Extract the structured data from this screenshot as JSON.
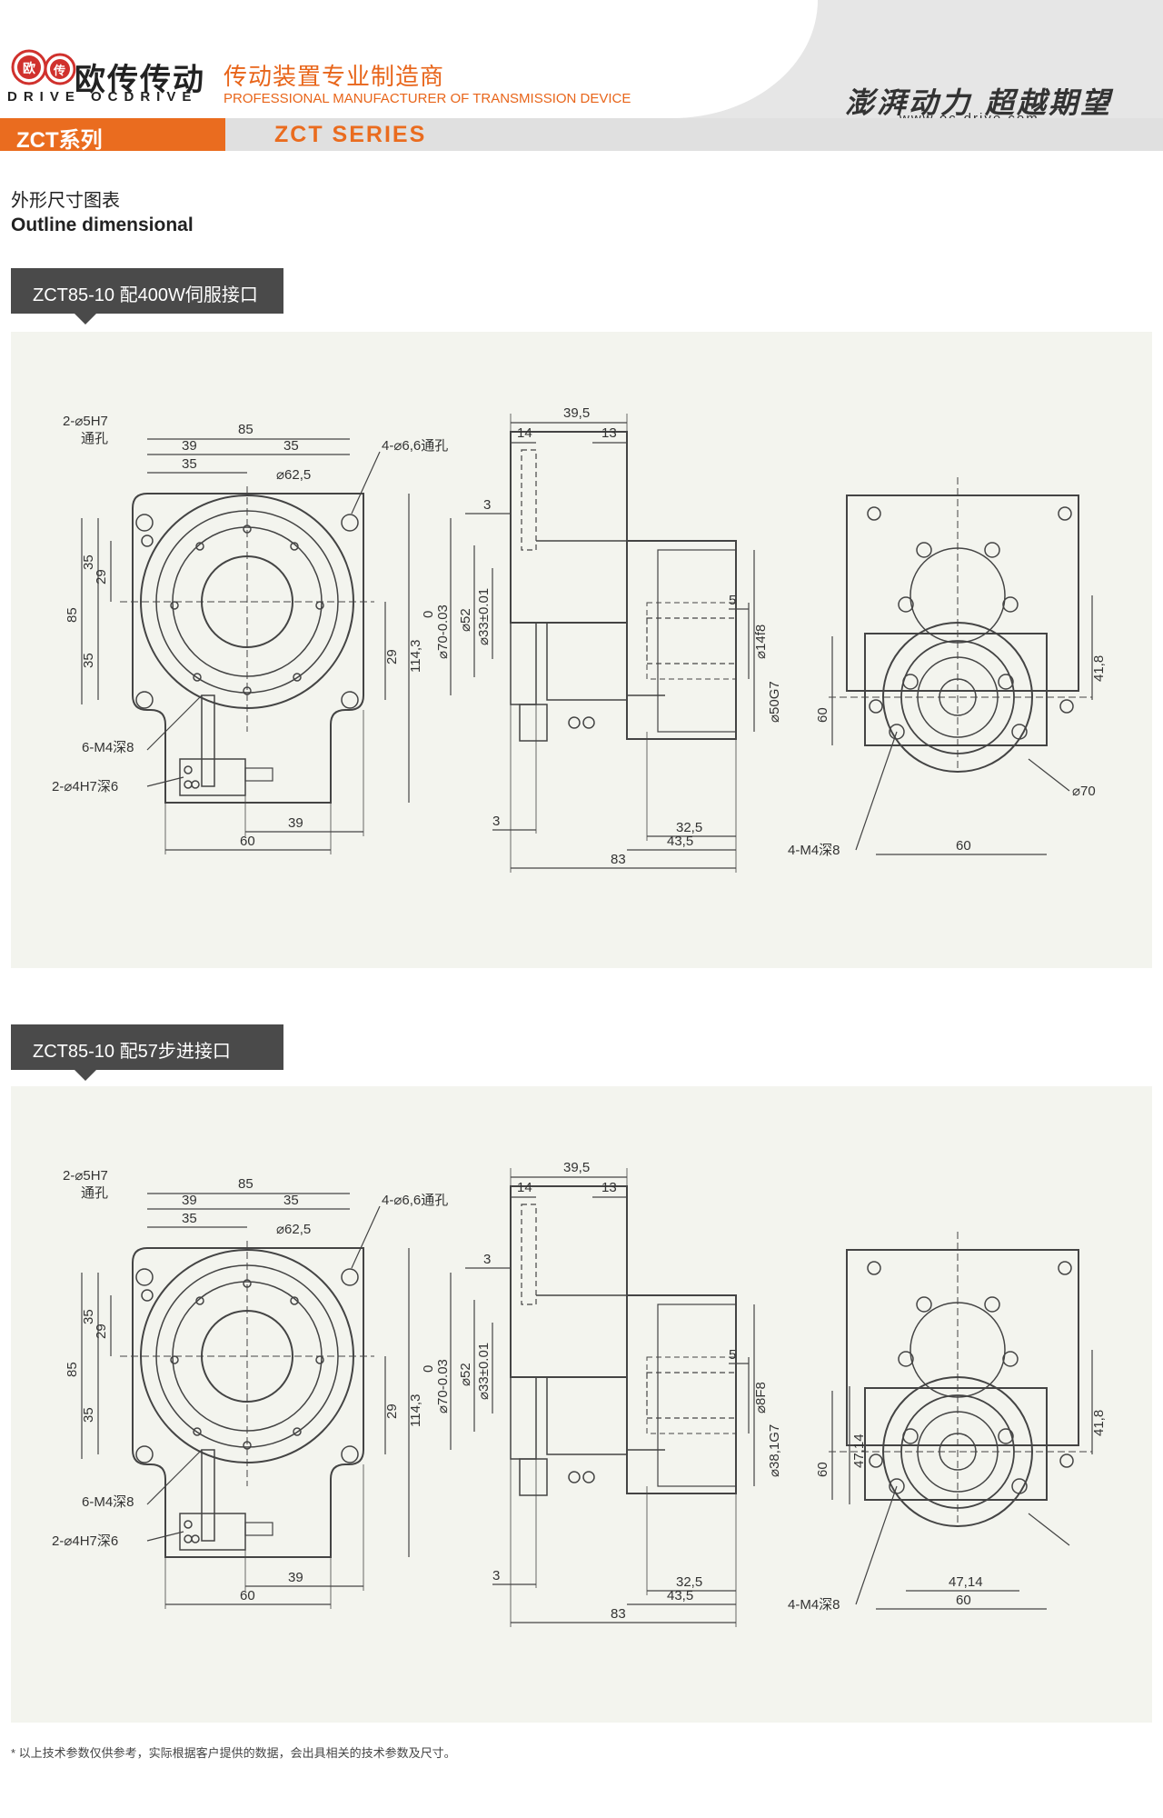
{
  "header": {
    "brand_cn": "欧传传动",
    "brand_en": "DRIVE OCDRIVE",
    "tagline_cn": "传动装置专业制造商",
    "tagline_en": "PROFESSIONAL MANUFACTURER OF TRANSMISSION DEVICE",
    "slogan": "澎湃动力 超越期望",
    "url": "www.oc-drive.com",
    "logo_marks": [
      "欧",
      "传"
    ]
  },
  "series": {
    "cn": "ZCT系列",
    "en": "ZCT SERIES"
  },
  "section_title": {
    "cn": "外形尺寸图表",
    "en": "Outline dimensional"
  },
  "drawings": [
    {
      "label": "ZCT85-10 配400W伺服接口",
      "front": {
        "hole_note": "2-⌀5H7",
        "hole_note2": "通孔",
        "width": "85",
        "d39": "39",
        "d35a": "35",
        "d35b": "35",
        "circle": "⌀62,5",
        "mount": "4-⌀6,6通孔",
        "h35a": "35",
        "h29": "29",
        "h85": "85",
        "h35b": "35",
        "r29": "29",
        "r114": "114,3",
        "thread": "6-M4深8",
        "pin": "2-⌀4H7深6",
        "b39": "39",
        "b60": "60"
      },
      "side": {
        "w39": "39,5",
        "w14": "14",
        "w13": "13",
        "d3top": "3",
        "od": "⌀70-0.03",
        "od0": "0",
        "d52": "⌀52",
        "d33": "⌀33±0.01",
        "d5": "5",
        "shaft": "⌀14f8",
        "pilot": "⌀50G7",
        "d3bot": "3",
        "l32": "32,5",
        "l43": "43,5",
        "l83": "83"
      },
      "rear": {
        "h41": "41,8",
        "h60": "60",
        "pcd": "⌀70",
        "thread": "4-M4深8",
        "w60": "60"
      }
    },
    {
      "label": "ZCT85-10 配57步进接口",
      "front": {
        "hole_note": "2-⌀5H7",
        "hole_note2": "通孔",
        "width": "85",
        "d39": "39",
        "d35a": "35",
        "d35b": "35",
        "circle": "⌀62,5",
        "mount": "4-⌀6,6通孔",
        "h35a": "35",
        "h29": "29",
        "h85": "85",
        "h35b": "35",
        "r29": "29",
        "r114": "114,3",
        "thread": "6-M4深8",
        "pin": "2-⌀4H7深6",
        "b39": "39",
        "b60": "60"
      },
      "side": {
        "w39": "39,5",
        "w14": "14",
        "w13": "13",
        "d3top": "3",
        "od": "⌀70-0.03",
        "od0": "0",
        "d52": "⌀52",
        "d33": "⌀33±0.01",
        "d5": "5",
        "shaft": "⌀8F8",
        "pilot": "⌀38,1G7",
        "d3bot": "3",
        "l32": "32,5",
        "l43": "43,5",
        "l83": "83"
      },
      "rear": {
        "h41": "41,8",
        "h47": "47,14",
        "h60": "60",
        "w47": "47,14",
        "thread": "4-M4深8",
        "w60": "60"
      }
    }
  ],
  "footnote": "* 以上技术参数仅供参考，实际根据客户提供的数据，会出具相关的技术参数及尺寸。",
  "colors": {
    "accent": "#ea6c1f",
    "panel": "#f3f4ee",
    "label_bg": "#4a4a4a"
  }
}
